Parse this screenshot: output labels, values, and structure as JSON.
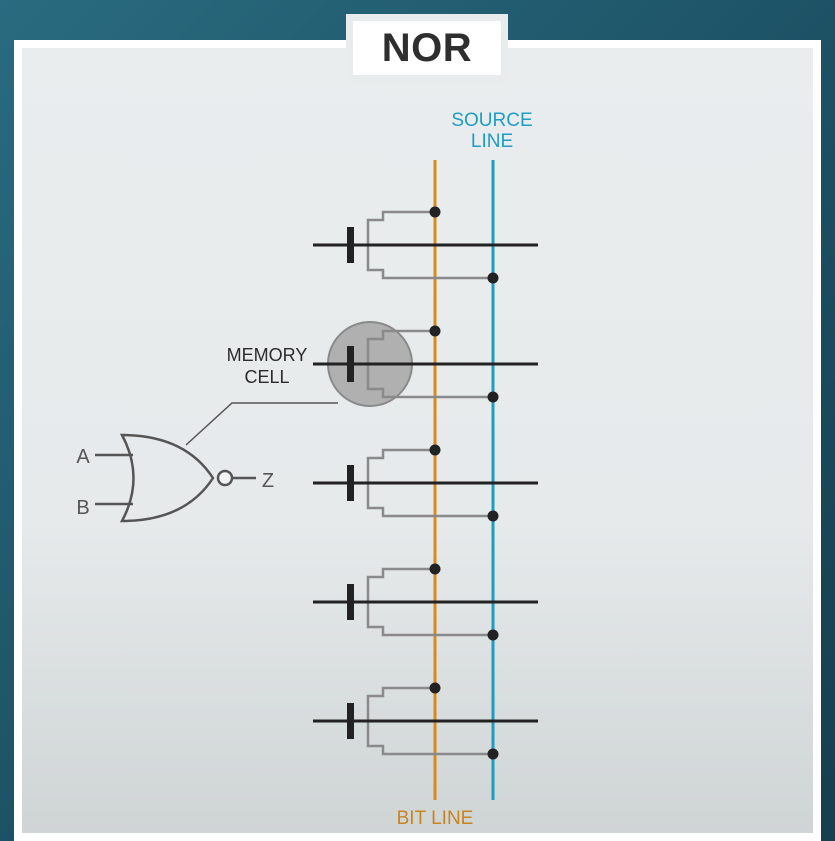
{
  "title": "NOR",
  "labels": {
    "source_line": [
      "SOURCE",
      "LINE"
    ],
    "bit_line": "BIT LINE",
    "memory_cell": [
      "MEMORY",
      "CELL"
    ],
    "input_a": "A",
    "input_b": "B",
    "output_z": "Z"
  },
  "colors": {
    "bit_line": "#d98a1e",
    "source_line": "#1f9cc4",
    "word_line": "#222222",
    "cell_wire": "#8a8a8a",
    "title_text": "#2e2e2e",
    "highlight": "#b0b0b0"
  },
  "cells": [
    "cell-1",
    "cell-2",
    "cell-3",
    "cell-4",
    "cell-5"
  ],
  "highlighted_cell_index": 1
}
